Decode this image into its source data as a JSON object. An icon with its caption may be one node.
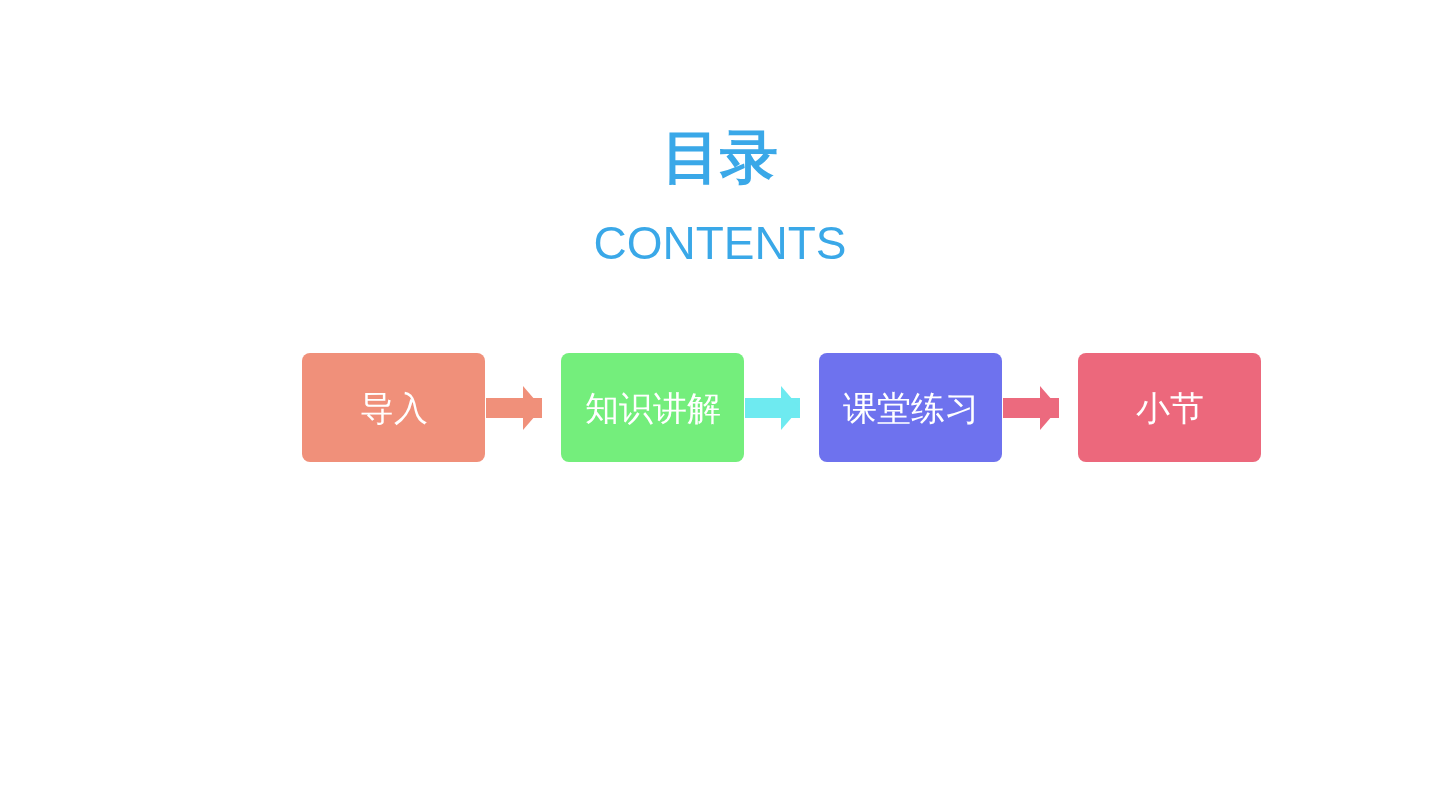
{
  "diagram": {
    "title": "目录",
    "nodes": [
      {
        "text": [
          "导入"
        ]
      },
      {
        "text": [
          "知识讲解"
        ]
      },
      {
        "text": [
          "课堂练习"
        ]
      },
      {
        "text": [
          "小节"
        ]
      }
    ],
    "edges": [
      {
        "from": 0,
        "to": 1,
        "arrow": "to",
        "color": "#f0907a"
      },
      {
        "from": 1,
        "to": 2,
        "arrow": "to",
        "color": "#6eeaf0"
      },
      {
        "from": 2,
        "to": 3,
        "arrow": "to",
        "color": "#ec6a7e"
      }
    ],
    "labels": [
      "CONTENTS"
    ]
  }
}
